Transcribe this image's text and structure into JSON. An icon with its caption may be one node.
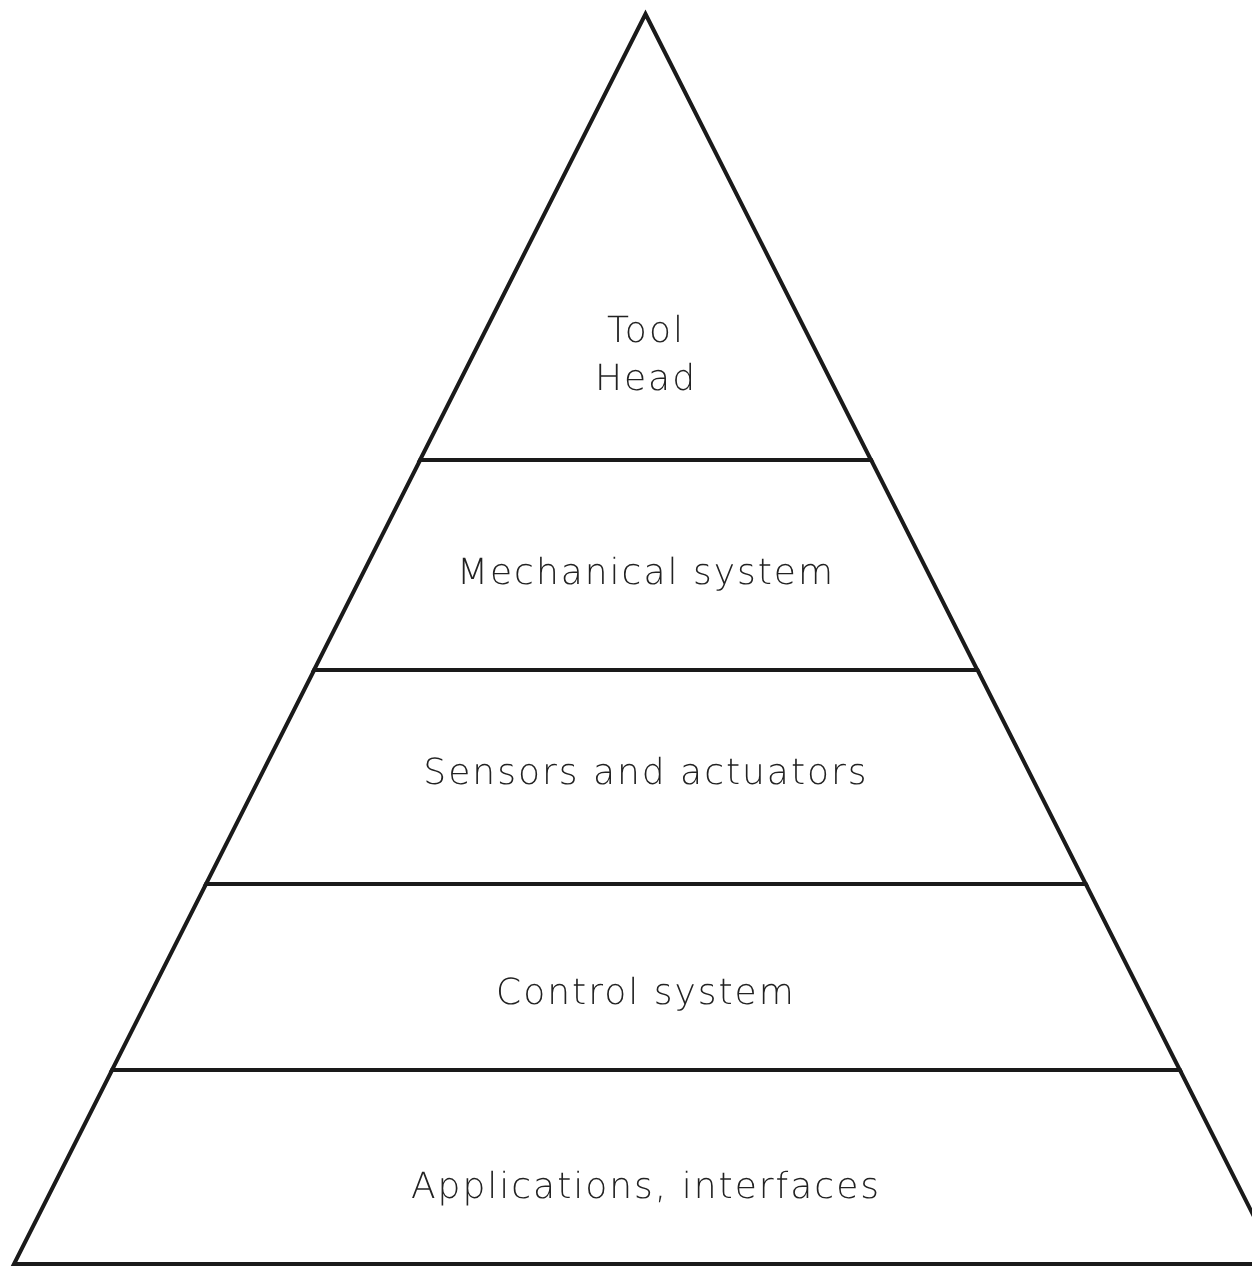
{
  "diagram": {
    "nodes": [
      {
        "text": [
          "Tool Head"
        ]
      },
      {
        "text": [
          "Mechanical system"
        ]
      },
      {
        "text": [
          "Sensors and actuators"
        ]
      },
      {
        "text": [
          "Control system"
        ]
      },
      {
        "text": [
          "Applications, interfaces"
        ]
      }
    ]
  }
}
